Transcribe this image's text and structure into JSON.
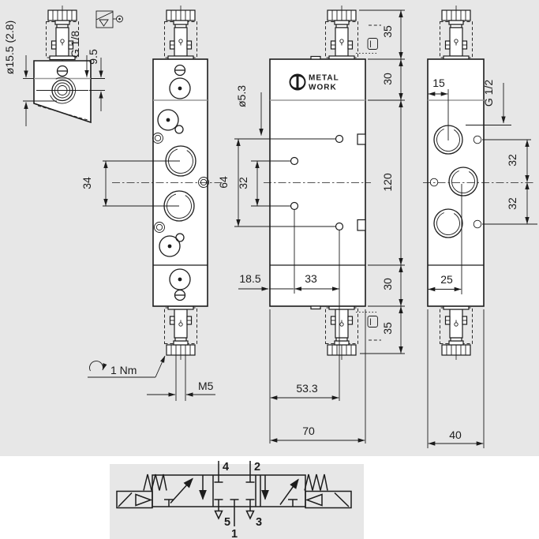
{
  "logo": {
    "line1": "METAL",
    "line2": "WORK"
  },
  "view_side_section": {
    "port_diameter": "ø15.5 (2.8)",
    "thread": "G 1/8",
    "port_depth": "9.5"
  },
  "view_front": {
    "port_spacing": "34",
    "tightening_torque": "1 Nm",
    "thread": "M5"
  },
  "view_top": {
    "hole_diameter": "ø5.3",
    "hole_spacing_outer": "64",
    "hole_spacing_inner": "32",
    "body_length": "120",
    "top_block": "30",
    "solenoid_top": "35",
    "bottom_block": "30",
    "solenoid_bottom": "35",
    "edge_to_hole": "18.5",
    "hole_span": "33",
    "hole_offset": "53.3",
    "body_width": "70"
  },
  "view_side_right": {
    "port_offset": "15",
    "thread": "G 1/2",
    "port_pitch_upper": "32",
    "port_pitch_lower": "32",
    "center_offset": "25",
    "body_depth": "40"
  },
  "schematic": {
    "port_4": "4",
    "port_2": "2",
    "port_5": "5",
    "port_1": "1",
    "port_3": "3"
  },
  "colors": {
    "background": "#e7e7e7",
    "paper": "#ffffff",
    "line": "#1c1c1c",
    "muted_line": "#9a9a9a"
  }
}
